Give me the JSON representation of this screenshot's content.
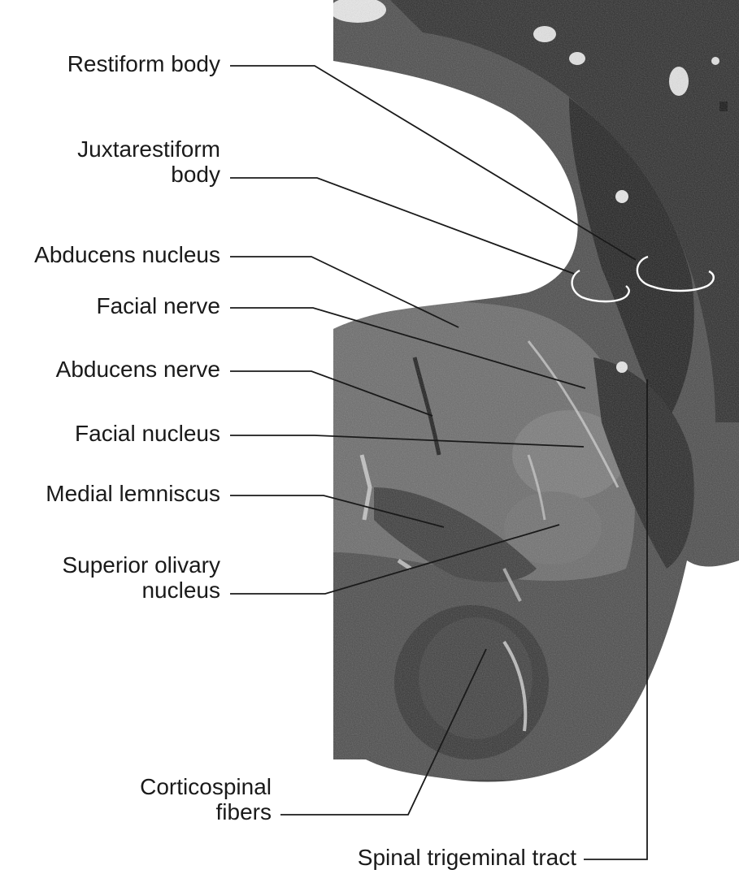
{
  "labels": {
    "restiform_body": "Restiform body",
    "juxtarestiform_line1": "Juxtarestiform",
    "juxtarestiform_line2": "body",
    "abducens_nucleus": "Abducens nucleus",
    "facial_nerve": "Facial nerve",
    "abducens_nerve": "Abducens nerve",
    "facial_nucleus": "Facial nucleus",
    "medial_lemniscus": "Medial lemniscus",
    "superior_olivary_line1": "Superior olivary",
    "superior_olivary_line2": "nucleus",
    "corticospinal_line1": "Corticospinal",
    "corticospinal_line2": "fibers",
    "spinal_trigeminal_tract": "Spinal trigeminal tract"
  },
  "colors": {
    "background": "#ffffff",
    "label_text": "#1a1a1a",
    "leader_line": "#1a1a1a",
    "tissue_dark": "#2e2e2e",
    "tissue_mid": "#5a5a5a",
    "tissue_light": "#8a8a8a",
    "bracket": "#ffffff"
  }
}
